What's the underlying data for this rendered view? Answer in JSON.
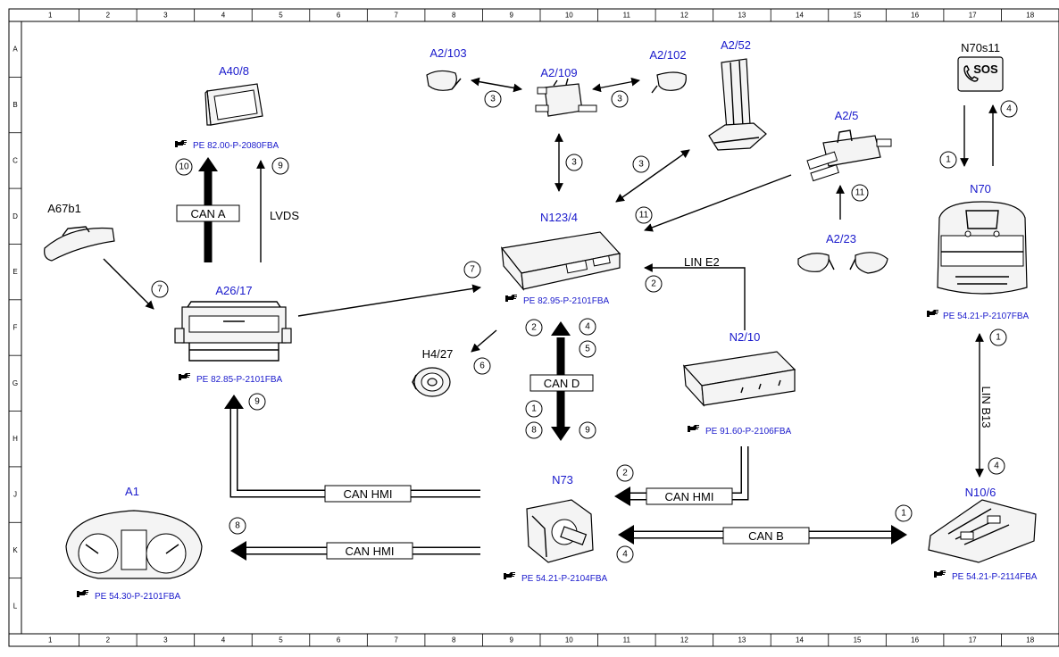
{
  "grid": {
    "columns": [
      "1",
      "2",
      "3",
      "4",
      "5",
      "6",
      "7",
      "8",
      "9",
      "10",
      "11",
      "12",
      "13",
      "14",
      "15",
      "16",
      "17",
      "18"
    ],
    "rows": [
      "A",
      "B",
      "C",
      "D",
      "E",
      "F",
      "G",
      "H",
      "J",
      "K",
      "L"
    ]
  },
  "components": {
    "a40_8": "A40/8",
    "a2_103": "A2/103",
    "a2_109": "A2/109",
    "a2_102": "A2/102",
    "a2_52": "A2/52",
    "n70s11": "N70s11",
    "a2_5": "A2/5",
    "n70": "N70",
    "a67b1": "A67b1",
    "n123_4": "N123/4",
    "a26_17": "A26/17",
    "a2_23": "A2/23",
    "h4_27": "H4/27",
    "n2_10": "N2/10",
    "a1": "A1",
    "n73": "N73",
    "n10_6": "N10/6"
  },
  "references": {
    "a40_8": "PE 82.00-P-2080FBA",
    "n123_4": "PE 82.95-P-2101FBA",
    "a26_17": "PE 82.85-P-2101FBA",
    "n70": "PE 54.21-P-2107FBA",
    "n2_10": "PE 91.60-P-2106FBA",
    "a1": "PE 54.30-P-2101FBA",
    "n73": "PE 54.21-P-2104FBA",
    "n10_6": "PE 54.21-P-2114FBA"
  },
  "buses": {
    "can_a": "CAN A",
    "lvds": "LVDS",
    "can_d": "CAN D",
    "lin_e2": "LIN E2",
    "lin_b13": "LIN B13",
    "can_hmi": "CAN HMI",
    "can_b": "CAN B"
  },
  "sos_label": "SOS",
  "callouts": {
    "c10": "10",
    "c9": "9",
    "c3a": "3",
    "c3b": "3",
    "c3c": "3",
    "c3d": "3",
    "c11a": "11",
    "c11b": "11",
    "c7a": "7",
    "c7b": "7",
    "c2a": "2",
    "c2b": "2",
    "c2c": "2",
    "c4a": "4",
    "c4b": "4",
    "c4c": "4",
    "c5": "5",
    "c6": "6",
    "c1a": "1",
    "c1b": "1",
    "c1c": "1",
    "c1d": "1",
    "c8a": "8",
    "c8b": "8",
    "c9b": "9",
    "c9c": "9"
  },
  "colors": {
    "component_label": "#1a1acc",
    "line": "#000000",
    "background": "#ffffff"
  },
  "icons": {
    "reference": "pointing-hand-icon",
    "phone": "phone-icon"
  }
}
